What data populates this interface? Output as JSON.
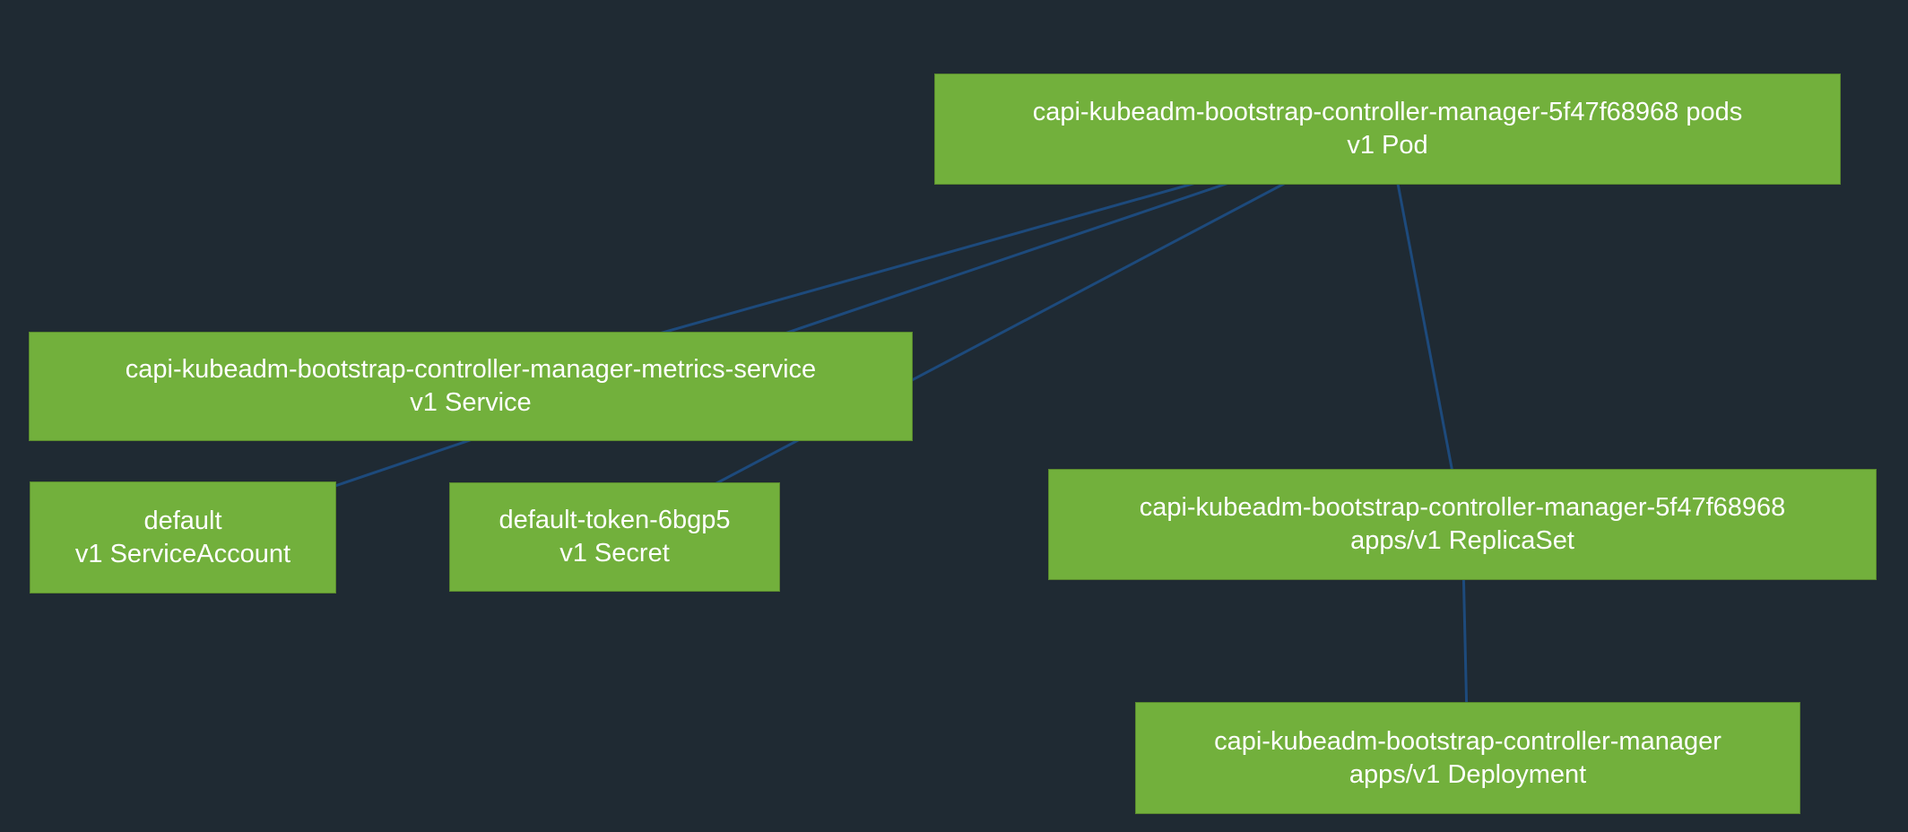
{
  "app": {
    "view": "kubernetes-resource-graph"
  },
  "colors": {
    "background": "#1f2a33",
    "node_fill": "#72b03c",
    "node_text": "#ffffff",
    "edge": "#1d4a7c"
  },
  "nodes": {
    "pod": {
      "name": "capi-kubeadm-bootstrap-controller-manager-5f47f68968 pods",
      "kind": "v1 Pod"
    },
    "service": {
      "name": "capi-kubeadm-bootstrap-controller-manager-metrics-service",
      "kind": "v1 Service"
    },
    "serviceaccount": {
      "name": "default",
      "kind": "v1 ServiceAccount"
    },
    "secret": {
      "name": "default-token-6bgp5",
      "kind": "v1 Secret"
    },
    "replicaset": {
      "name": "capi-kubeadm-bootstrap-controller-manager-5f47f68968",
      "kind": "apps/v1 ReplicaSet"
    },
    "deployment": {
      "name": "capi-kubeadm-bootstrap-controller-manager",
      "kind": "apps/v1 Deployment"
    }
  },
  "edges": [
    [
      "pod",
      "service"
    ],
    [
      "pod",
      "serviceaccount"
    ],
    [
      "pod",
      "secret"
    ],
    [
      "pod",
      "replicaset"
    ],
    [
      "replicaset",
      "deployment"
    ]
  ]
}
